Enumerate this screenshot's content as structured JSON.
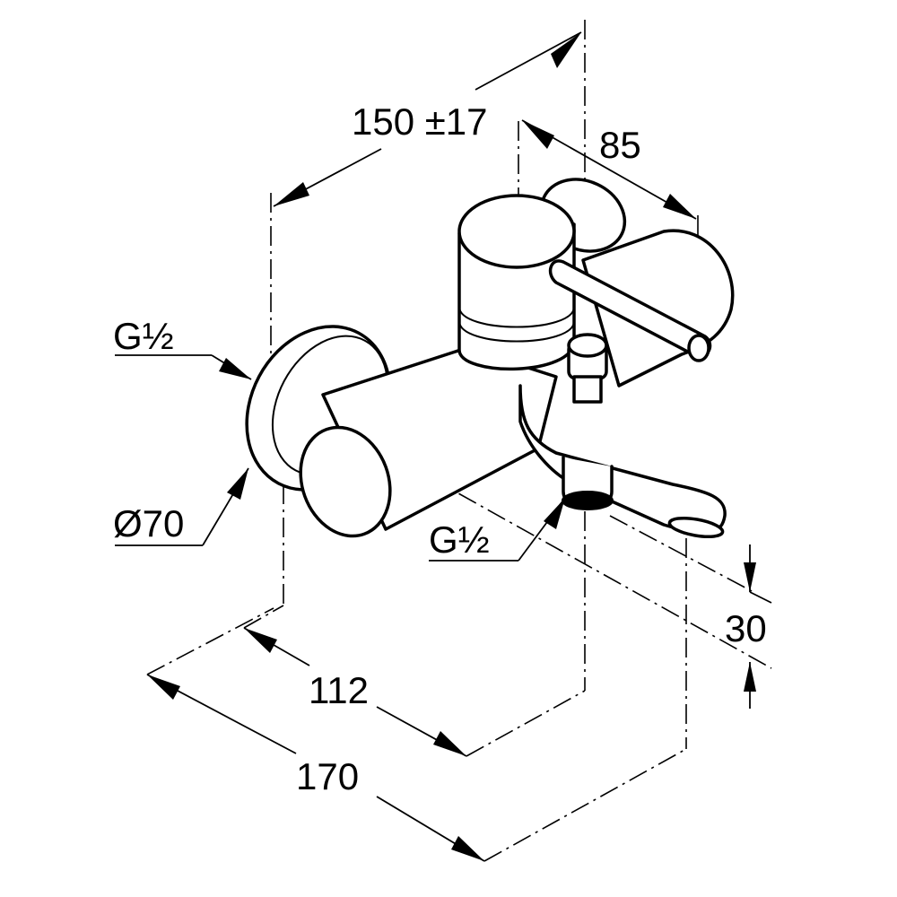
{
  "dimensions": {
    "projection_width": "150 ±17",
    "lever_offset": "85",
    "wall_connection_thread": "G½",
    "rosette_diameter": "Ø70",
    "spout_outlet_thread": "G½",
    "outlet_height": "30",
    "outlet_distance": "112",
    "total_depth": "170"
  }
}
